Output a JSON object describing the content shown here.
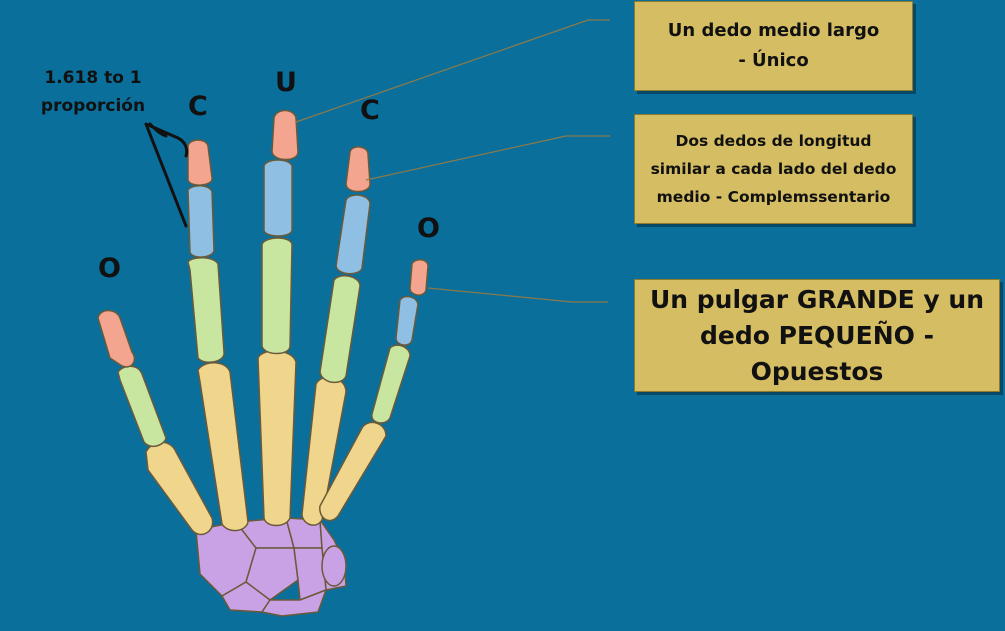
{
  "hand_labels": {
    "thumb": "O",
    "index": "C",
    "middle": "U",
    "ring": "C",
    "little": "O"
  },
  "ratio_label": {
    "line1": "1.618 to 1",
    "line2": "proporción"
  },
  "callouts": {
    "unique": {
      "line1": "Un dedo medio largo",
      "line2": "- Único"
    },
    "complementary": {
      "line1": "Dos dedos de longitud",
      "line2": "similar a cada lado del dedo",
      "line3": "medio - Complemssentario"
    },
    "opposite": {
      "line1": "Un pulgar GRANDE y un",
      "line2": "dedo PEQUEÑO -",
      "line3": "Opuestos"
    }
  },
  "colors": {
    "background": "#0a6f9b",
    "distal_phalanx": "#f4a58f",
    "middle_phalanx": "#8fbfe3",
    "proximal_phalanx": "#c8e6a0",
    "metacarpal": "#f0d58c",
    "carpal": "#c9a2e6",
    "callout_box": "#d4bd62"
  }
}
